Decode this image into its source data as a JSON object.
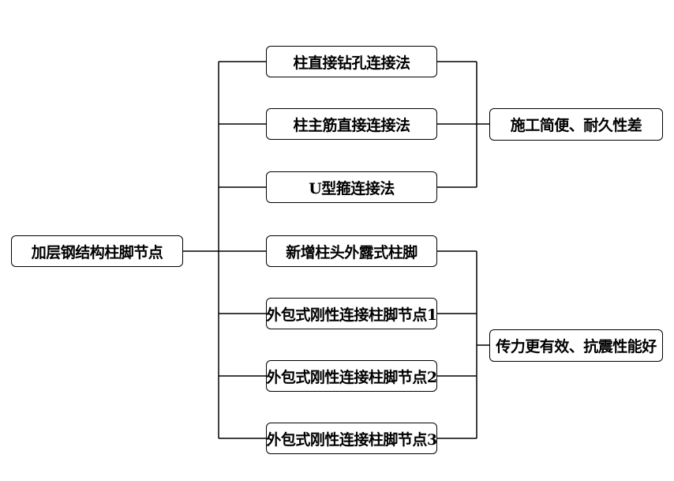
{
  "root": {
    "label": "加层钢结构柱脚节点"
  },
  "methods": [
    {
      "label": "柱直接钻孔连接法"
    },
    {
      "label": "柱主筋直接连接法"
    },
    {
      "label": "U型箍连接法"
    },
    {
      "label": "新增柱头外露式柱脚"
    },
    {
      "label": "外包式刚性连接柱脚节点1"
    },
    {
      "label": "外包式刚性连接柱脚节点2"
    },
    {
      "label": "外包式刚性连接柱脚节点3"
    }
  ],
  "evaluations": [
    {
      "label": "施工简便、耐久性差"
    },
    {
      "label": "传力更有效、抗震性能好"
    }
  ]
}
